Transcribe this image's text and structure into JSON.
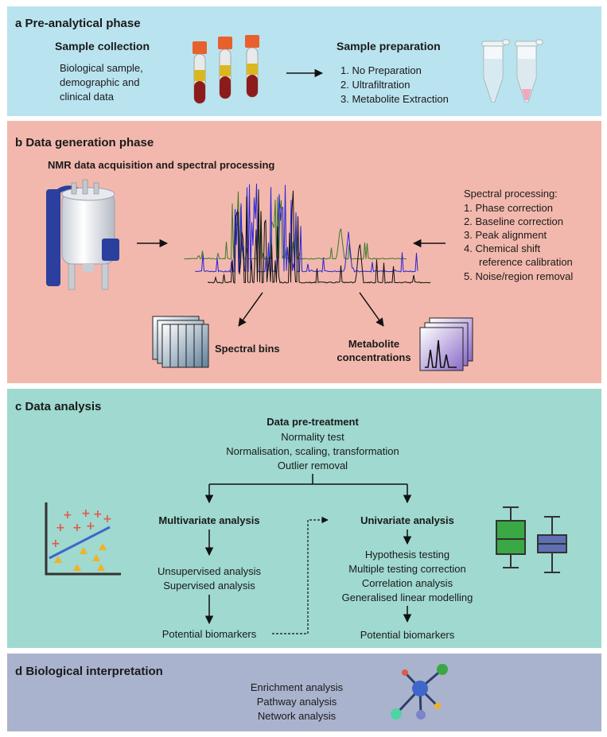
{
  "panel_a": {
    "title": "a Pre-analytical phase",
    "sample_collection_heading": "Sample collection",
    "sample_collection_lines": [
      "Biological sample,",
      "demographic and",
      "clinical data"
    ],
    "sample_preparation_heading": "Sample preparation",
    "sample_preparation_steps": [
      "1. No Preparation",
      "2. Ultrafiltration",
      "3. Metabolite Extraction"
    ]
  },
  "panel_b": {
    "title": "b Data generation phase",
    "subtitle": "NMR data acquisition and spectral processing",
    "spectral_processing_heading": "Spectral processing:",
    "spectral_processing_steps": [
      "1. Phase correction",
      "2. Baseline correction",
      "3. Peak alignment",
      "4. Chemical shift",
      "reference calibration",
      "5. Noise/region removal"
    ],
    "spectral_bins_label": "Spectral bins",
    "metabolite_label_lines": [
      "Metabolite",
      "concentrations"
    ]
  },
  "panel_c": {
    "title": "c Data analysis",
    "pretreatment_heading": "Data pre-treatment",
    "pretreatment_lines": [
      "Normality test",
      "Normalisation, scaling, transformation",
      "Outlier removal"
    ],
    "multivariate_heading": "Multivariate analysis",
    "multivariate_lines": [
      "Unsupervised analysis",
      "Supervised analysis"
    ],
    "multivariate_result": "Potential biomarkers",
    "univariate_heading": "Univariate analysis",
    "univariate_lines": [
      "Hypothesis testing",
      "Multiple testing correction",
      "Correlation analysis",
      "Generalised linear modelling"
    ],
    "univariate_result": "Potential biomarkers"
  },
  "panel_d": {
    "title": "d Biological interpretation",
    "lines": [
      "Enrichment analysis",
      "Pathway analysis",
      "Network analysis"
    ]
  },
  "colors": {
    "panel_a_bg": "#b9e3ef",
    "panel_b_bg": "#f2b8ad",
    "panel_c_bg": "#9fd9cf",
    "panel_d_bg": "#aab3cd",
    "spectrum_green": "#3c7a2a",
    "spectrum_blue": "#2a25d6",
    "spectrum_black": "#111111"
  }
}
